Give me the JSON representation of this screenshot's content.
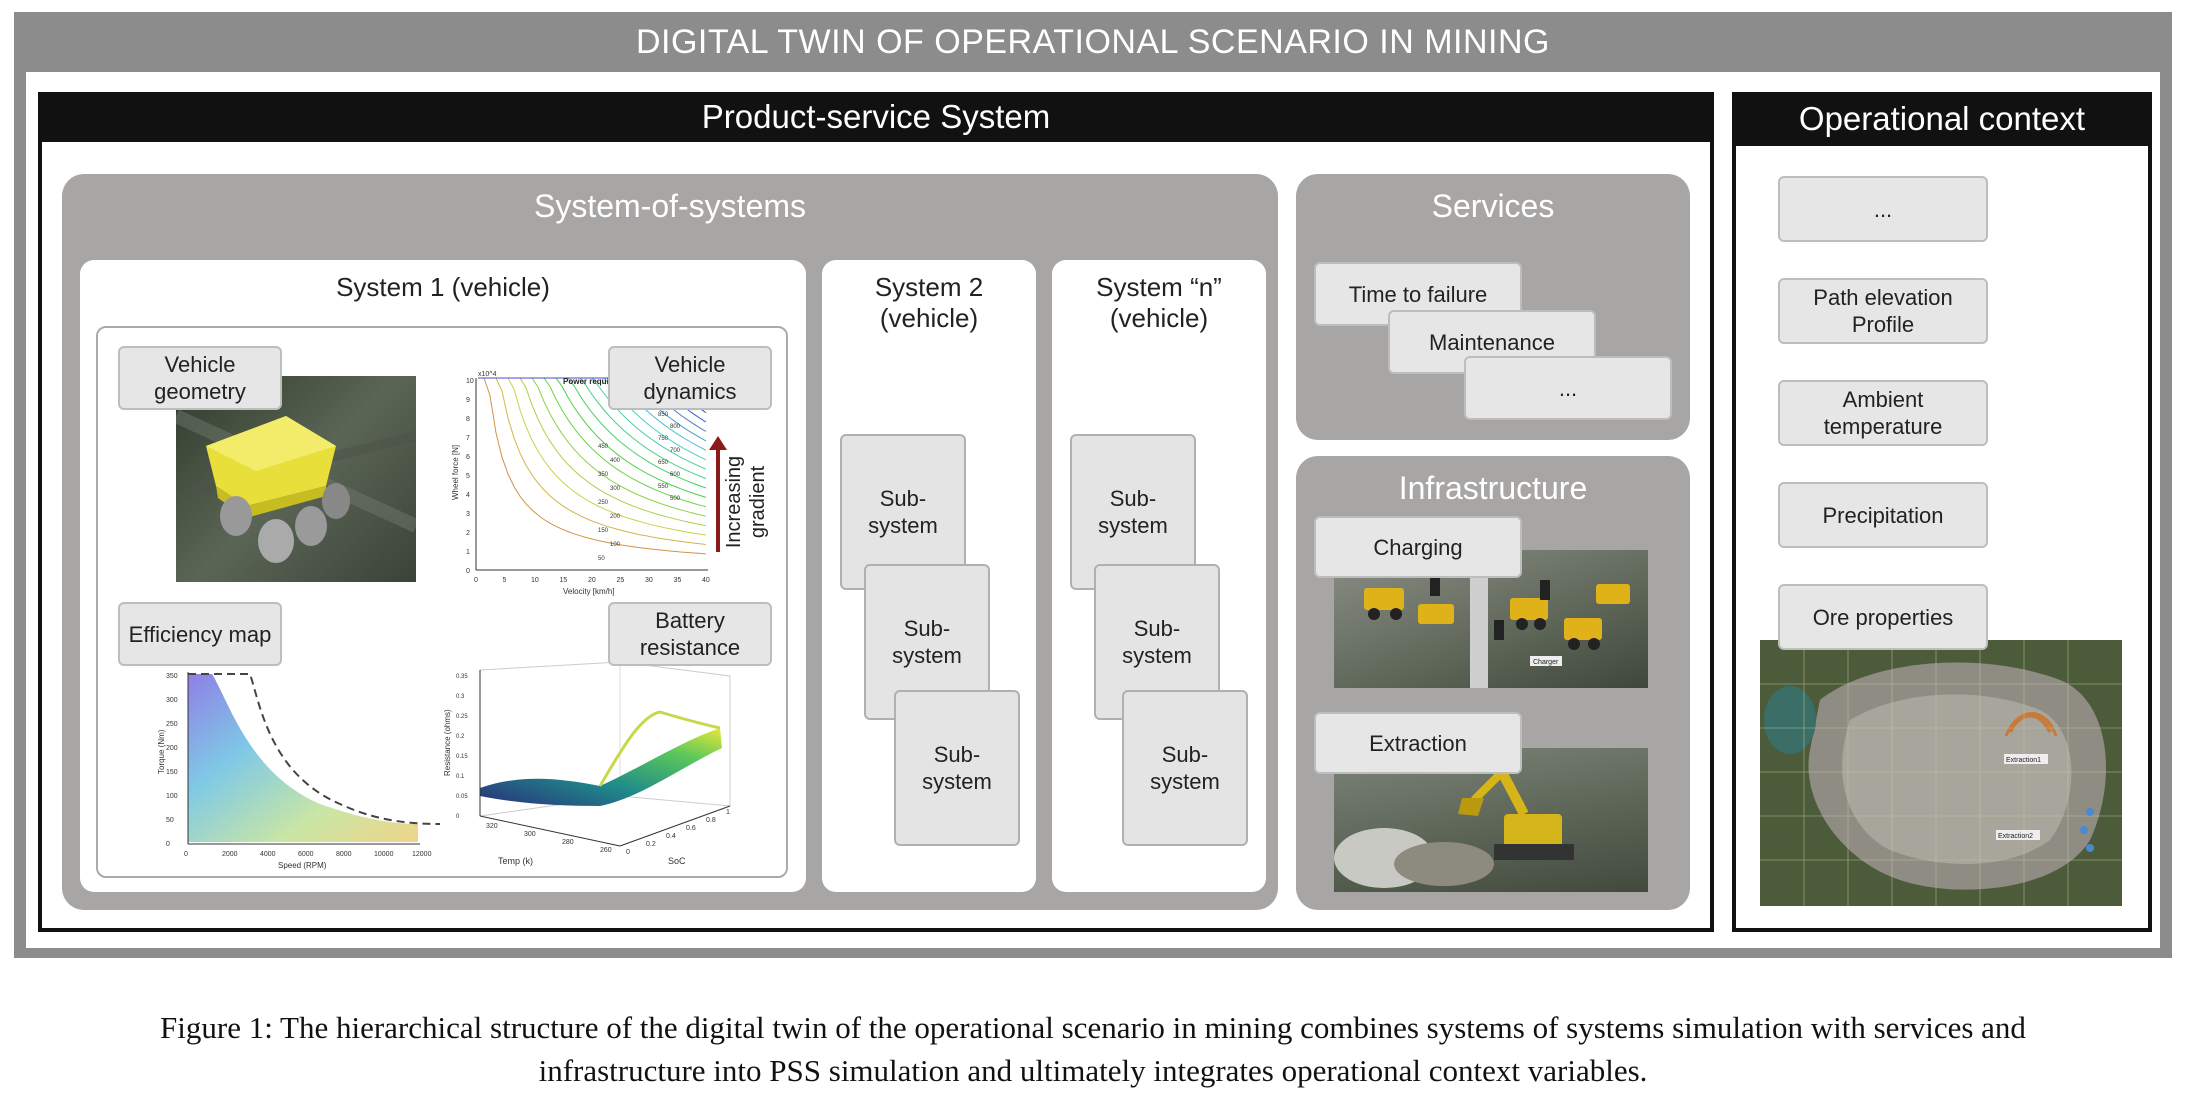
{
  "main_title": "DIGITAL TWIN OF OPERATIONAL SCENARIO IN MINING",
  "pss": {
    "title": "Product-service System",
    "sos": {
      "title": "System-of-systems",
      "system1": {
        "title": "System 1 (vehicle)",
        "labels": {
          "geometry": "Vehicle geometry",
          "dynamics": "Vehicle dynamics",
          "efficiency": "Efficiency map",
          "battery": "Battery resistance",
          "gradient": "Increasing gradient"
        },
        "dynamics_plot": {
          "title": "Power requireme...",
          "xlabel": "Velocity [km/h]",
          "ylabel": "Wheel force [N]",
          "x_ticks": [
            "0",
            "5",
            "10",
            "15",
            "20",
            "25",
            "30",
            "35",
            "40"
          ],
          "y_ticks": [
            "0",
            "1",
            "2",
            "3",
            "4",
            "5",
            "6",
            "7",
            "8",
            "9",
            "10"
          ],
          "y_exponent": "x10^4",
          "contour_labels": [
            "50",
            "100",
            "150",
            "200",
            "250",
            "300",
            "350",
            "400",
            "450",
            "500",
            "550",
            "600",
            "650",
            "700",
            "750",
            "800",
            "850"
          ]
        },
        "efficiency_plot": {
          "xlabel": "Speed (RPM)",
          "ylabel": "Torque (Nm)",
          "x_ticks": [
            "0",
            "2000",
            "4000",
            "6000",
            "8000",
            "10000",
            "12000"
          ],
          "y_ticks": [
            "0",
            "50",
            "100",
            "150",
            "200",
            "250",
            "300",
            "350"
          ]
        },
        "battery_plot": {
          "xlabel": "Temp (k)",
          "ylabel": "Resistance (ohms)",
          "soc_label": "SoC",
          "z_ticks": [
            "0",
            "0.05",
            "0.1",
            "0.15",
            "0.2",
            "0.25",
            "0.3",
            "0.35"
          ],
          "temp_ticks": [
            "320",
            "300",
            "280",
            "260"
          ],
          "soc_ticks": [
            "0",
            "0.2",
            "0.4",
            "0.6",
            "0.8",
            "1"
          ]
        }
      },
      "system2": {
        "title_line1": "System 2",
        "title_line2": "(vehicle)"
      },
      "systemn": {
        "title_line1": "System “n”",
        "title_line2": "(vehicle)"
      },
      "subsystem_label_line1": "Sub-",
      "subsystem_label_line2": "system"
    },
    "services": {
      "title": "Services",
      "items": [
        "Time to failure",
        "Maintenance",
        "..."
      ]
    },
    "infrastructure": {
      "title": "Infrastructure",
      "charging": "Charging",
      "extraction": "Extraction",
      "charger_label": "Charger"
    }
  },
  "operational_context": {
    "title": "Operational context",
    "items": [
      "...",
      "Path elevation Profile",
      "Ambient temperature",
      "Precipitation",
      "Ore properties"
    ],
    "map_labels": [
      "Extraction1",
      "Extraction2"
    ]
  },
  "caption": {
    "line1": "Figure 1: The hierarchical structure of the digital twin of the operational scenario in mining combines systems of systems simulation with services and",
    "line2": "infrastructure into PSS simulation and ultimately integrates operational context variables."
  },
  "colors": {
    "frame_grey": "#8c8c8c",
    "panel_grey": "#a8a6a4",
    "card_grey": "#e6e6e6",
    "header_black": "#111111",
    "truck_yellow": "#e8df3a",
    "gradient_arrow": "#8b1a1a"
  }
}
